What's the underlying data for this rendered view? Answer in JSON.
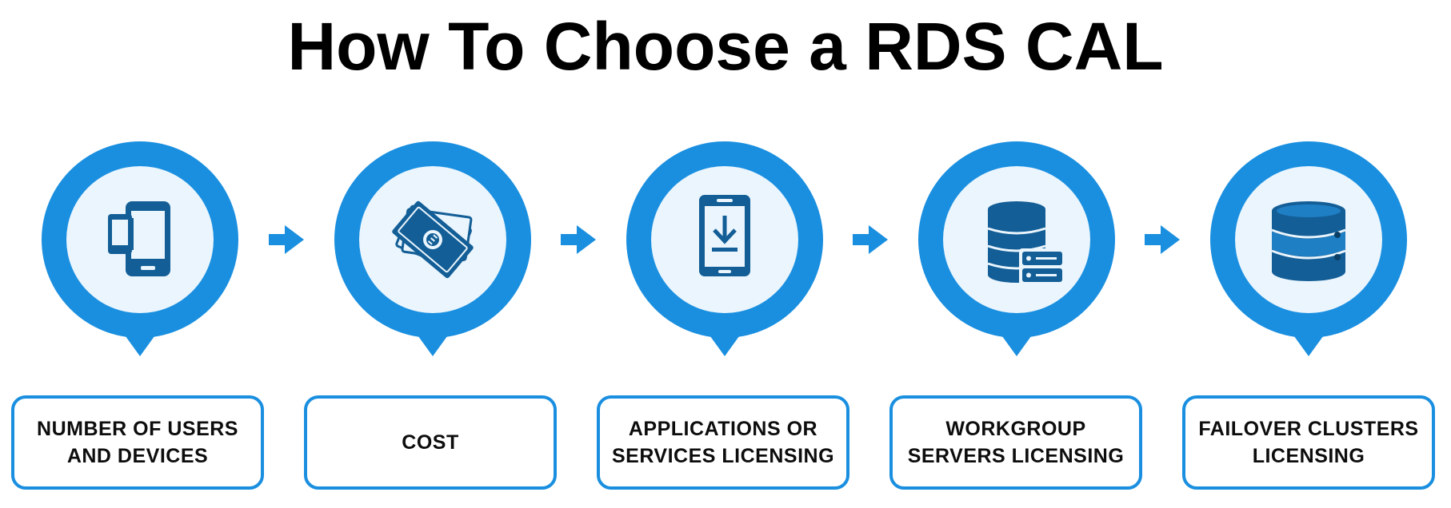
{
  "header": {
    "title": "How To Choose a RDS CAL"
  },
  "colors": {
    "pin_blue": "#1a8fe0",
    "pin_inner": "#eaf5fd",
    "icon_dark": "#135e96",
    "text": "#000000"
  },
  "steps": [
    {
      "line1": "NUMBER OF USERS",
      "line2": "AND DEVICES",
      "icon": "mobile-devices-icon"
    },
    {
      "line1": "COST",
      "line2": "",
      "icon": "money-bills-icon"
    },
    {
      "line1": "APPLICATIONS OR",
      "line2": "SERVICES LICENSING",
      "icon": "phone-download-icon"
    },
    {
      "line1": "WORKGROUP",
      "line2": "SERVERS LICENSING",
      "icon": "database-server-icon"
    },
    {
      "line1": "FAILOVER CLUSTERS",
      "line2": "LICENSING",
      "icon": "database-cluster-icon"
    }
  ]
}
